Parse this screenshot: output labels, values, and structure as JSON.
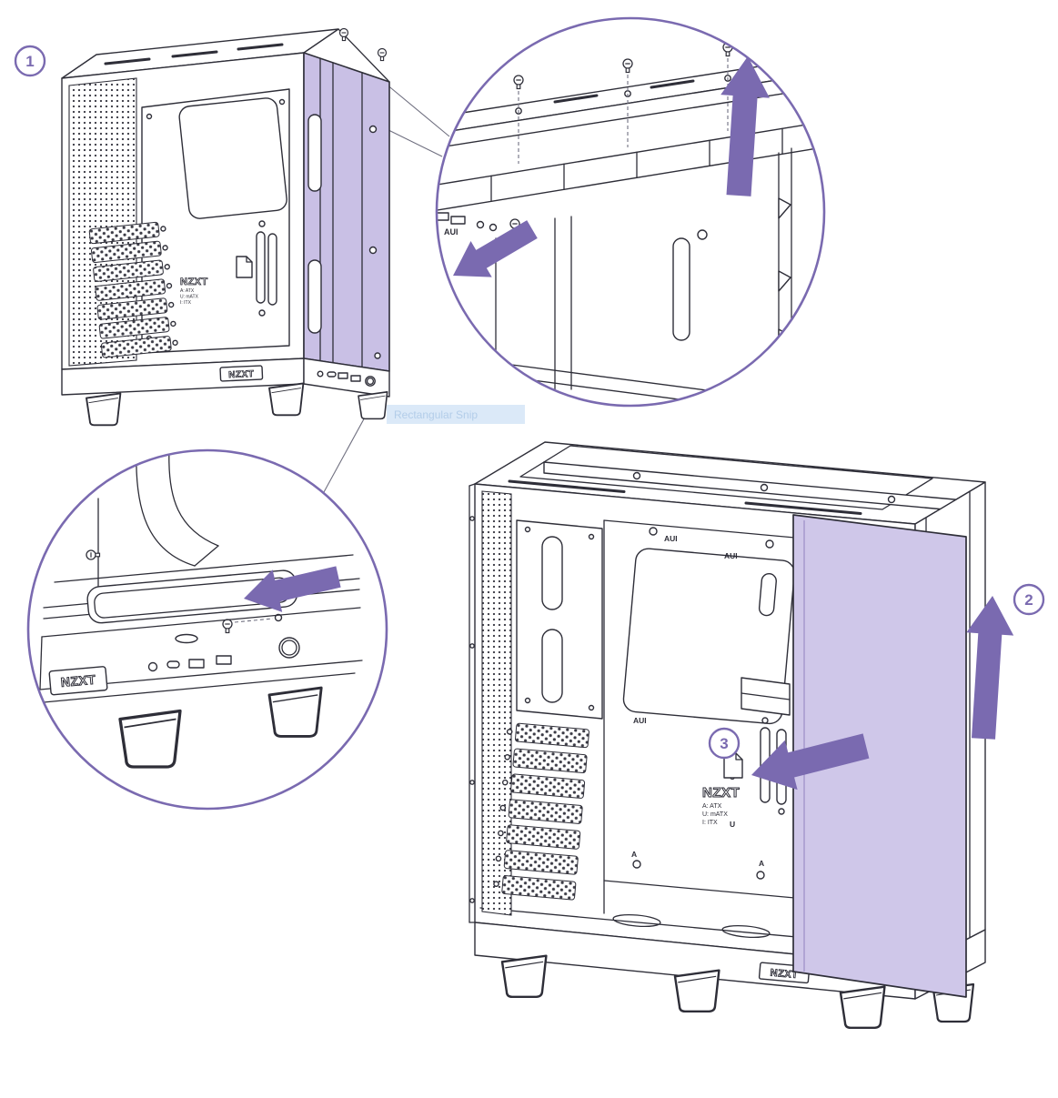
{
  "theme": {
    "colors": {
      "accent": "#7a6ab0",
      "panel-fill": "#cfc7e9",
      "panel-fill-dark": "#c9c0e5",
      "line": "#2e2e38",
      "line-soft": "#707080",
      "snip-bg": "#dbe9f8",
      "snip-text": "#b3cde9",
      "bg": "#ffffff"
    }
  },
  "steps": [
    {
      "label": "1"
    },
    {
      "label": "2"
    },
    {
      "label": "3"
    }
  ],
  "snip_tooltip": "Rectangular Snip",
  "brand": {
    "logo": "NZXT",
    "legend": [
      "A: ATX",
      "U: mATX",
      "I: ITX"
    ]
  },
  "labels": {
    "standoff": "AUI",
    "standoff_a": "A",
    "standoff_u": "U"
  }
}
